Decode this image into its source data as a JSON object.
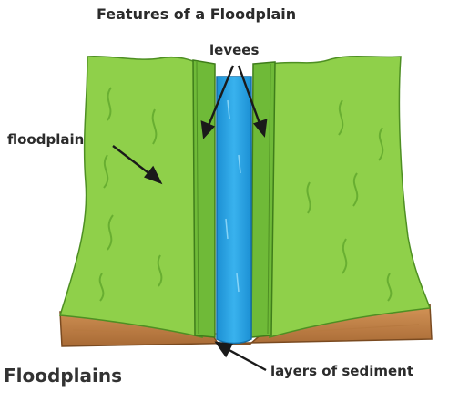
{
  "diagram": {
    "title": "Features of a Floodplain",
    "labels": {
      "levees": "levees",
      "floodplain": "floodplain",
      "sediment": "layers of sediment"
    },
    "caption": "Floodplains"
  },
  "colors": {
    "plain": "#8fd04a",
    "plain_dark": "#5fa62c",
    "levee": "#6fba38",
    "river": "#2fa7e6",
    "river_light": "#7fd0f6",
    "soil": "#c98b4f",
    "soil_dark": "#8a5528"
  }
}
